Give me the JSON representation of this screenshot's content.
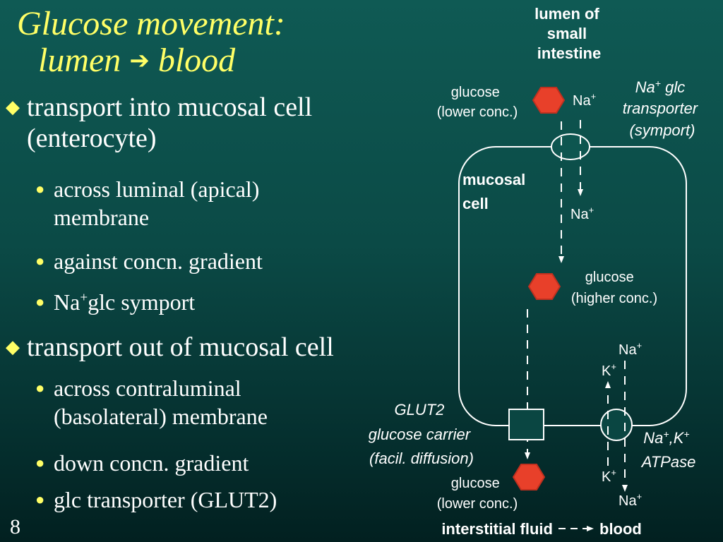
{
  "title": {
    "line1": "Glucose movement:",
    "line2_left": "lumen",
    "line2_arrow": "➔",
    "line2_right": "blood"
  },
  "bullets": [
    {
      "text": "transport into mucosal cell",
      "text2": "(enterocyte)",
      "sub": [
        {
          "line1": "across luminal (apical)",
          "line2": "membrane"
        },
        {
          "line1": "against concn. gradient"
        },
        {
          "pre": "Na",
          "sup": "+",
          "post": "glc symport"
        }
      ]
    },
    {
      "text": "transport out of mucosal cell",
      "sub": [
        {
          "line1": "across contraluminal",
          "line2": "(basolateral) membrane"
        },
        {
          "line1": "down concn. gradient"
        },
        {
          "line1": "glc transporter (GLUT2)"
        }
      ]
    }
  ],
  "slide_number": "8",
  "diagram": {
    "lumen_label": [
      "lumen of",
      "small",
      "intestine"
    ],
    "glucose_top": [
      "glucose",
      "(lower conc.)"
    ],
    "na_top": {
      "base": "Na",
      "sup": "+"
    },
    "symporter_label": {
      "line1_base": "Na",
      "line1_sup": "+",
      "line1_rest": " glc",
      "line2": "transporter",
      "line3": "(symport)"
    },
    "mucosal_cell": [
      "mucosal",
      "cell"
    ],
    "na_inside": {
      "base": "Na",
      "sup": "+"
    },
    "glucose_mid": [
      "glucose",
      "(higher conc.)"
    ],
    "atpase_na_top": {
      "base": "Na",
      "sup": "+"
    },
    "atpase_k_top": {
      "base": "K",
      "sup": "+"
    },
    "atpase_k_bottom": {
      "base": "K",
      "sup": "+"
    },
    "atpase_na_bottom": {
      "base": "Na",
      "sup": "+"
    },
    "atpase_label": {
      "line1_a": "Na",
      "line1_sup1": "+",
      "line1_b": ",K",
      "line1_sup2": "+",
      "line2": "ATPase"
    },
    "glut2_label": [
      "GLUT2",
      "glucose carrier",
      "(facil. diffusion)"
    ],
    "glucose_bottom": [
      "glucose",
      "(lower conc.)"
    ],
    "interstitial": "interstitial fluid",
    "blood": "blood",
    "colors": {
      "hexagon": "#e8402a",
      "hexagon_stroke": "#c0301f",
      "title": "#ffff66",
      "lines": "#ffffff"
    }
  }
}
